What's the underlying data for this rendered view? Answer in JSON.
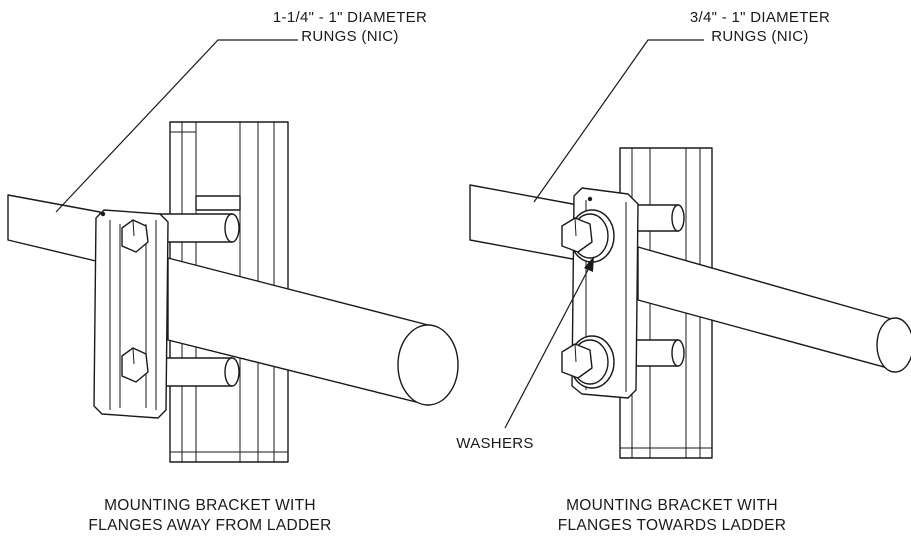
{
  "left": {
    "rung_label_line1": "1-1/4\" - 1\" DIAMETER",
    "rung_label_line2": "RUNGS (NIC)",
    "caption_line1": "MOUNTING BRACKET WITH",
    "caption_line2": "FLANGES AWAY FROM LADDER"
  },
  "right": {
    "rung_label_line1": "3/4\" - 1\" DIAMETER",
    "rung_label_line2": "RUNGS (NIC)",
    "washers_label": "WASHERS",
    "caption_line1": "MOUNTING BRACKET WITH",
    "caption_line2": "FLANGES TOWARDS LADDER"
  }
}
